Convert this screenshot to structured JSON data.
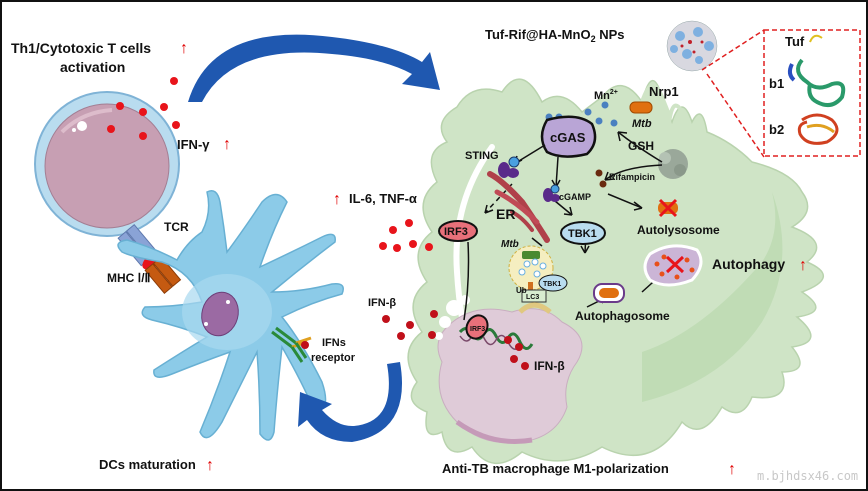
{
  "labels": {
    "t_cells": "Th1/Cytotoxic T cells",
    "activation": "activation",
    "ifn_gamma": "IFN-γ",
    "tcr": "TCR",
    "mhc": "MHC Ⅰ/Ⅱ",
    "il6_tnf": "IL-6, TNF-α",
    "ifn_beta_out": "IFN-β",
    "ifns": "IFNs",
    "receptor": "receptor",
    "dcs_maturation": "DCs maturation",
    "m1_polarization": "Anti-TB macrophage M1-polarization",
    "nps": "Tuf-Rif@HA-MnO",
    "nps_sub": "2",
    "nps_suffix": " NPs",
    "nrp1": "Nrp1",
    "mn": "Mn",
    "mn_sup": "2+",
    "mtb_top": "Mtb",
    "gsh": "GSH",
    "cgas": "cGAS",
    "sting": "STING",
    "rifampicin": "Rifampicin",
    "cgamp": "cGAMP",
    "er": "ER",
    "irf3": "IRF3",
    "tbk1": "TBK1",
    "autolysosome": "Autolysosome",
    "mtb_mid": "Mtb",
    "ub": "Ub",
    "tbk1_small": "TBK1",
    "lc3": "LC3",
    "autophagosome": "Autophagosome",
    "autophagy": "Autophagy",
    "irf3_nucleus": "IRF3",
    "ifn_beta_nucleus": "IFN-β",
    "tuf": "Tuf",
    "b1": "b1",
    "b2": "b2"
  },
  "increase_arrow": "↑",
  "watermark": "m.bjhdsx46.com",
  "colors": {
    "cytokine_dot": "#e8141b",
    "ifn_beta_dot": "#c0101a",
    "flow_arrow": "#1f58b0",
    "macrophage": "#cfe4c6",
    "dendritic_cell": "#8ccbe8",
    "t_cell_nucleus": "#c39aae",
    "increase_arrow": "#e00000",
    "dashed_box": "#e02020"
  }
}
